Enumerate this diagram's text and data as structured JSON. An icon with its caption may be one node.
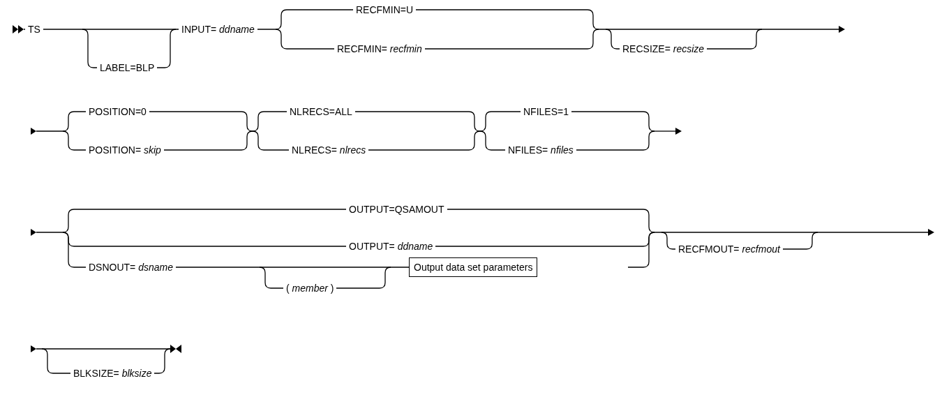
{
  "diagram": {
    "nodes": [
      {
        "text": [
          "Output data set parameters"
        ]
      }
    ],
    "edges": [],
    "labels": [
      "TS",
      "LABEL=BLP",
      "INPUT= *ddname*",
      "RECFMIN=U",
      "RECFMIN= *recfmin*",
      "RECSIZE= *recsize*",
      "POSITION=0",
      "POSITION= *skip*",
      "NLRECS=ALL",
      "NLRECS= *nlrecs*",
      "NFILES=1",
      "NFILES= *nfiles*",
      "OUTPUT=QSAMOUT",
      "OUTPUT= *ddname*",
      "DSNOUT= *dsname*",
      "RECFMOUT= *recfmout*",
      "( *member* )",
      "BLKSIZE= *blksize*"
    ]
  }
}
